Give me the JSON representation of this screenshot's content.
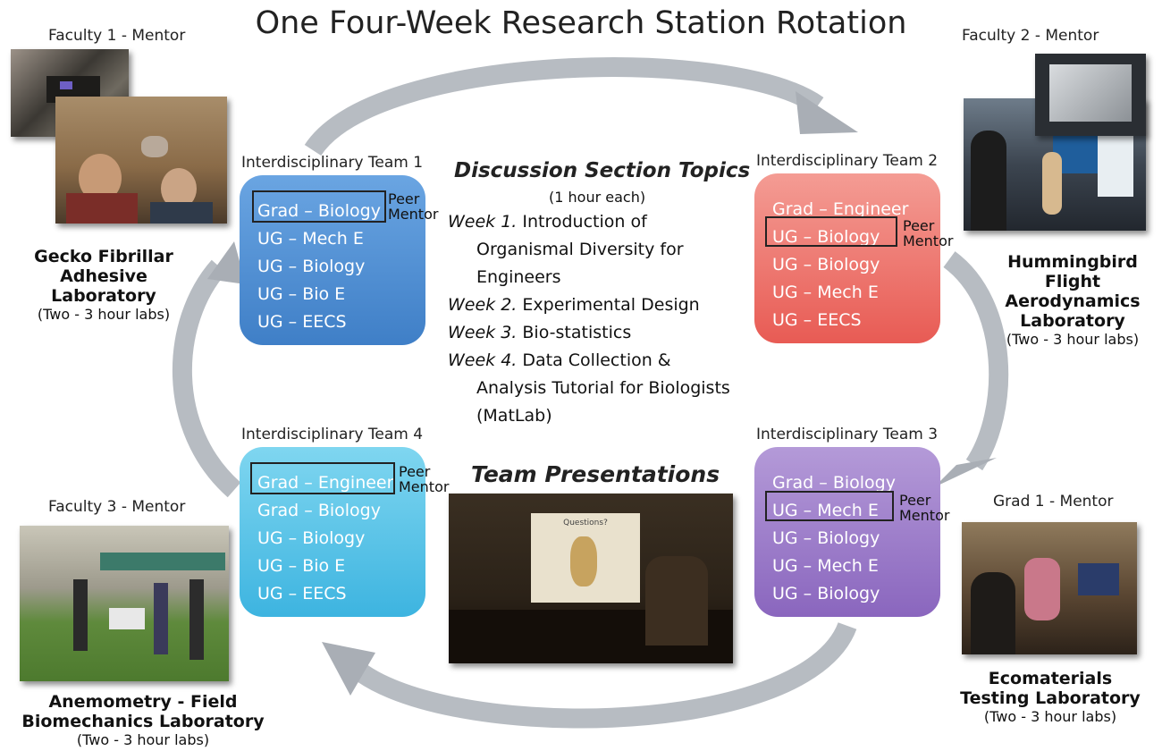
{
  "title": "One Four-Week Research Station Rotation",
  "mentors": {
    "faculty1": "Faculty 1 - Mentor",
    "faculty2": "Faculty 2 - Mentor",
    "faculty3": "Faculty 3 - Mentor",
    "grad1": "Grad 1 - Mentor"
  },
  "labs": {
    "gecko": {
      "line1": "Gecko Fibrillar",
      "line2": "Adhesive",
      "line3": "Laboratory",
      "sub": "(Two - 3 hour labs)"
    },
    "hummingbird": {
      "line1": "Hummingbird",
      "line2": "Flight",
      "line3": "Aerodynamics",
      "line4": "Laboratory",
      "sub": "(Two - 3 hour labs)"
    },
    "anemometry": {
      "line1": "Anemometry - Field",
      "line2": "Biomechanics Laboratory",
      "sub": "(Two - 3 hour labs)"
    },
    "ecomaterials": {
      "line1": "Ecomaterials",
      "line2": "Testing Laboratory",
      "sub": "(Two - 3 hour labs)"
    }
  },
  "teams": [
    {
      "label": "Interdisciplinary Team 1",
      "color": "#4a8fd6",
      "members": [
        "Grad – Biology",
        "UG – Mech E",
        "UG – Biology",
        "UG – Bio E",
        "UG – EECS"
      ]
    },
    {
      "label": "Interdisciplinary Team 2",
      "color": "#ef6f66",
      "members": [
        "Grad – Engineer",
        "UG – Biology",
        "UG – Biology",
        "UG – Mech E",
        "UG – EECS"
      ]
    },
    {
      "label": "Interdisciplinary Team 3",
      "color": "#9a78c8",
      "members": [
        "Grad – Biology",
        "UG – Mech E",
        "UG – Biology",
        "UG – Mech E",
        "UG – Biology"
      ]
    },
    {
      "label": "Interdisciplinary Team 4",
      "color": "#4fc2e6",
      "members": [
        "Grad – Engineer",
        "Grad – Biology",
        "UG – Biology",
        "UG – Bio E",
        "UG – EECS"
      ]
    }
  ],
  "peer_mentor": {
    "line1": "Peer",
    "line2": "Mentor"
  },
  "discussion": {
    "title": "Discussion Section Topics",
    "subtitle": "(1 hour each)",
    "week1": {
      "label": "Week 1.",
      "line1": " Introduction of",
      "line2": "Organismal Diversity for",
      "line3": "Engineers"
    },
    "week2": {
      "label": "Week 2.",
      "text": " Experimental Design"
    },
    "week3": {
      "label": "Week 3.",
      "text": " Bio-statistics"
    },
    "week4": {
      "label": "Week 4.",
      "line1": " Data Collection &",
      "line2": "Analysis Tutorial for Biologists",
      "line3": "(MatLab)"
    }
  },
  "presentations": {
    "title": "Team Presentations",
    "slide_text": "Questions?"
  }
}
